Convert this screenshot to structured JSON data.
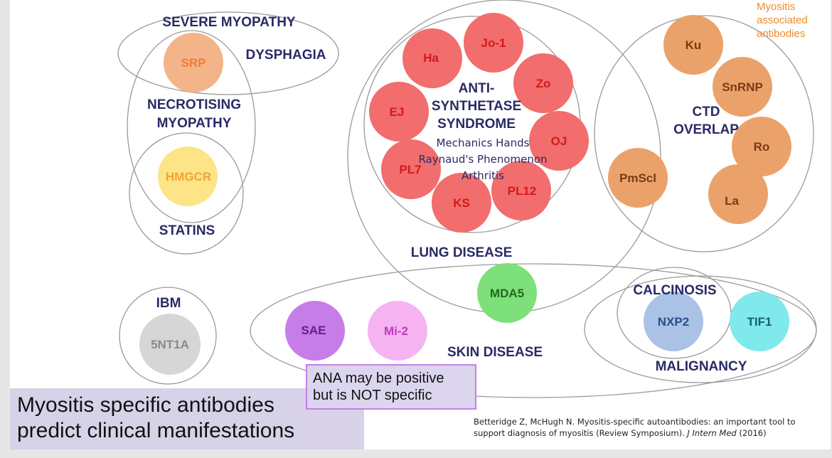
{
  "regions": {
    "severe_myopathy": "SEVERE MYOPATHY",
    "dysphagia": "DYSPHAGIA",
    "necrotising_1": "NECROTISING",
    "necrotising_2": "MYOPATHY",
    "statins": "STATINS",
    "ibm": "IBM",
    "anti_1": "ANTI-",
    "anti_2": "SYNTHETASE",
    "anti_3": "SYNDROME",
    "anti_sub_1": "Mechanics Hands",
    "anti_sub_2": "Raynaud's Phenomenon",
    "anti_sub_3": "Arthritis",
    "lung_disease": "LUNG DISEASE",
    "ctd_1": "CTD",
    "ctd_2": "OVERLAP",
    "calcinosis": "CALCINOSIS",
    "malignancy": "MALIGNANCY",
    "skin_disease": "SKIN DISEASE"
  },
  "antibodies": {
    "srp": "SRP",
    "hmgcr": "HMGCR",
    "5nt1a": "5NT1A",
    "jo1": "Jo-1",
    "ha": "Ha",
    "zo": "Zo",
    "ej": "EJ",
    "oj": "OJ",
    "pl7": "PL7",
    "pl12": "PL12",
    "ks": "KS",
    "ku": "Ku",
    "snrnp": "SnRNP",
    "ro": "Ro",
    "la": "La",
    "pmscl": "PmScl",
    "mda5": "MDA5",
    "sae": "SAE",
    "mi2": "Mi-2",
    "nxp2": "NXP2",
    "tif1": "TIF1"
  },
  "legend_note": "Myositis\nassociated\nantibodies",
  "note_box": "ANA may be positive\nbut is NOT specific",
  "footer_title": "Myositis specific antibodies\npredict clinical manifestations",
  "citation": {
    "main": "Betteridge Z, McHugh N. Myositis-specific autoantibodies: an important tool to support diagnosis of myositis (Review Symposium). ",
    "journal": "J Intern Med",
    "year": " (2016)"
  },
  "colors": {
    "navy": "#2a2a66",
    "antisynthetase_red": "#f26d6d",
    "ctd_orange": "#eba26a",
    "mda5_green": "#7ee07a",
    "sae_purple": "#c77de8",
    "mi2_pink": "#f6b3f2",
    "nxp2_blue": "#a9c2e6",
    "tif1_cyan": "#7fe9ec",
    "hmgcr_yellow": "#fde486",
    "srp_peach": "#f3b48a",
    "ibm_gray": "#d6d6d6"
  }
}
